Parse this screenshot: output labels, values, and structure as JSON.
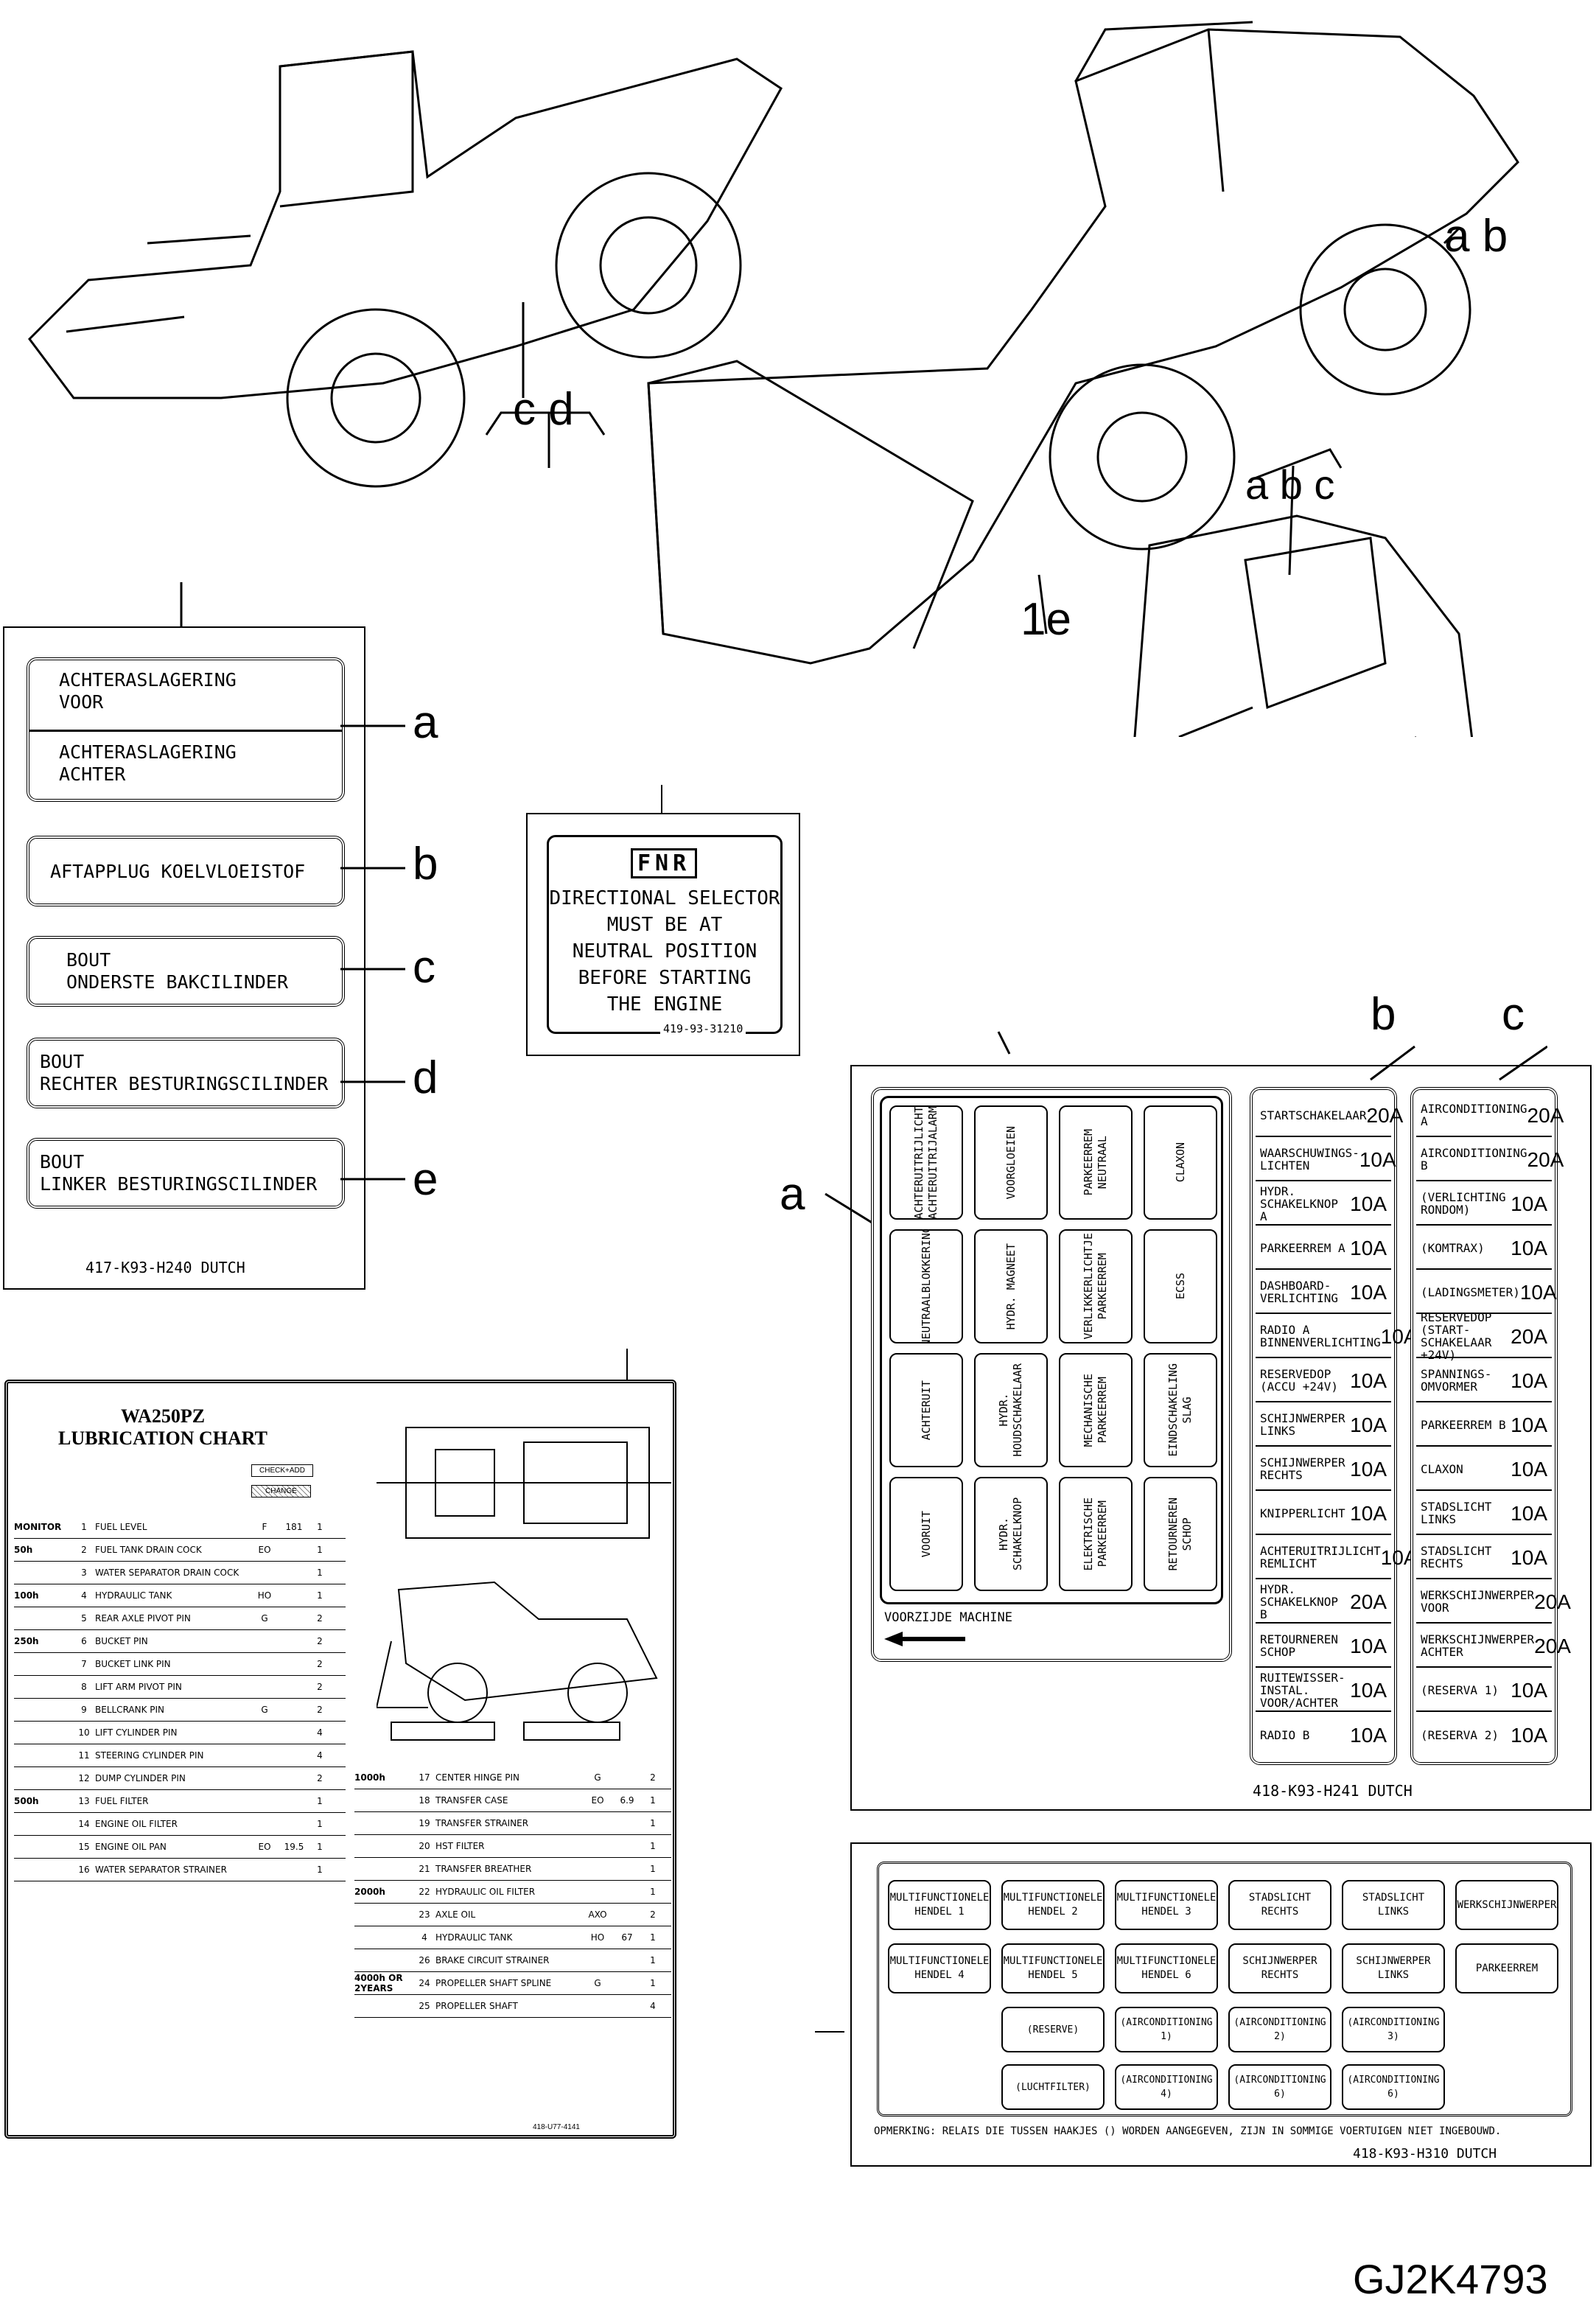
{
  "machine_callouts": {
    "ab": "a b",
    "cd": "c d",
    "e": "1e",
    "cab": "a b c",
    "b": "b",
    "c": "c"
  },
  "label_417": {
    "items": [
      {
        "letter": "a",
        "text": "ACHTERASLAGERING\nVOOR"
      },
      {
        "letter": "",
        "text": "ACHTERASLAGERING\nACHTER"
      },
      {
        "letter": "b",
        "text": "AFTAPPLUG KOELVLOEISTOF"
      },
      {
        "letter": "c",
        "text": "BOUT\nONDERSTE BAKCILINDER"
      },
      {
        "letter": "d",
        "text": "BOUT\nRECHTER BESTURINGSCILINDER"
      },
      {
        "letter": "e",
        "text": "BOUT\nLINKER BESTURINGSCILINDER"
      }
    ],
    "code": "417-K93-H240   DUTCH"
  },
  "fnr_plate": {
    "badge": "FNR",
    "lines": [
      "DIRECTIONAL SELECTOR",
      "MUST BE AT",
      "NEUTRAL POSITION",
      "BEFORE STARTING",
      "THE ENGINE"
    ],
    "code": "419-93-31210"
  },
  "fuse_241": {
    "letter_a": "a",
    "relay_grid": [
      [
        "ACHTERUITRIJLICHT\nACHTERUITRIJALARM",
        "VOORGLOEIEN",
        "PARKEERREM\nNEUTRAAL",
        "CLAXON"
      ],
      [
        "NEUTRAALBLOKKERING",
        "HYDR. MAGNEET",
        "VERLIKKERLICHTJE\nPARKEERREM",
        "ECSS"
      ],
      [
        "ACHTERUIT",
        "HYDR.\nHOUDSCHAKELAAR",
        "MECHANISCHE\nPARKEERREM",
        "EINDSCHAKELING\nSLAG"
      ],
      [
        "VOORUIT",
        "HYDR. SCHAKELKNOP",
        "ELEKTRISCHE\nPARKEERREM",
        "RETOURNEREN\nSCHOP"
      ]
    ],
    "front_note": "VOORZIJDE MACHINE",
    "col_b": [
      [
        "STARTSCHAKELAAR",
        "20A"
      ],
      [
        "WAARSCHUWINGS-\nLICHTEN",
        "10A"
      ],
      [
        "HYDR.\nSCHAKELKNOP A",
        "10A"
      ],
      [
        "PARKEERREM A",
        "10A"
      ],
      [
        "DASHBOARD-\nVERLICHTING",
        "10A"
      ],
      [
        "RADIO A\nBINNENVERLICHTING",
        "10A"
      ],
      [
        "RESERVEDOP\n(ACCU +24V)",
        "10A"
      ],
      [
        "SCHIJNWERPER\nLINKS",
        "10A"
      ],
      [
        "SCHIJNWERPER\nRECHTS",
        "10A"
      ],
      [
        "KNIPPERLICHT",
        "10A"
      ],
      [
        "ACHTERUITRIJLICHT\nREMLICHT",
        "10A"
      ],
      [
        "HYDR.\nSCHAKELKNOP B",
        "20A"
      ],
      [
        "RETOURNEREN\nSCHOP",
        "10A"
      ],
      [
        "RUITEWISSER-\nINSTAL.\nVOOR/ACHTER",
        "10A"
      ],
      [
        "RADIO B",
        "10A"
      ]
    ],
    "col_c": [
      [
        "AIRCONDITIONING A",
        "20A"
      ],
      [
        "AIRCONDITIONING B",
        "20A"
      ],
      [
        "(VERLICHTING\n RONDOM)",
        "10A"
      ],
      [
        "(KOMTRAX)",
        "10A"
      ],
      [
        "(LADINGSMETER)",
        "10A"
      ],
      [
        "RESERVEDOP\n(START-\nSCHAKELAAR +24V)",
        "20A"
      ],
      [
        "SPANNINGS-\nOMVORMER",
        "10A"
      ],
      [
        "PARKEERREM B",
        "10A"
      ],
      [
        "CLAXON",
        "10A"
      ],
      [
        "STADSLICHT\nLINKS",
        "10A"
      ],
      [
        "STADSLICHT\nRECHTS",
        "10A"
      ],
      [
        "WERKSCHIJNWERPER\nVOOR",
        "20A"
      ],
      [
        "WERKSCHIJNWERPER\nACHTER",
        "20A"
      ],
      [
        "(RESERVA 1)",
        "10A"
      ],
      [
        "(RESERVA 2)",
        "10A"
      ]
    ],
    "code": "418-K93-H241      DUTCH"
  },
  "relay_310": {
    "row1": [
      "MULTIFUNCTIONELE\nHENDEL 1",
      "MULTIFUNCTIONELE\nHENDEL 2",
      "MULTIFUNCTIONELE\nHENDEL 3",
      "STADSLICHT\nRECHTS",
      "STADSLICHT\nLINKS",
      "WERKSCHIJNWERPER"
    ],
    "row2": [
      "MULTIFUNCTIONELE\nHENDEL 4",
      "MULTIFUNCTIONELE\nHENDEL 5",
      "MULTIFUNCTIONELE\nHENDEL 6",
      "SCHIJNWERPER\nRECHTS",
      "SCHIJNWERPER\nLINKS",
      "PARKEERREM"
    ],
    "row3": [
      "(RESERVE)",
      "(AIRCONDITIONING 1)",
      "(AIRCONDITIONING 2)",
      "(AIRCONDITIONING 3)"
    ],
    "row4": [
      "(LUCHTFILTER)",
      "(AIRCONDITIONING 4)",
      "(AIRCONDITIONING 6)",
      "(AIRCONDITIONING 6)"
    ],
    "note": "OPMERKING: RELAIS DIE TUSSEN HAAKJES () WORDEN AANGEGEVEN, ZIJN IN SOMMIGE VOERTUIGEN NIET INGEBOUWD.",
    "code": "418-K93-H310        DUTCH"
  },
  "lube_chart": {
    "title": "WA250PZ\nLUBRICATION CHART",
    "check_add": "CHECK+ADD",
    "change": "CHANGE",
    "left_rows": [
      {
        "group": "MONITOR",
        "no": "1",
        "item": "FUEL LEVEL",
        "lub": "F",
        "qty": "181",
        "pts": "1"
      },
      {
        "group": "50h",
        "no": "2",
        "item": "FUEL TANK DRAIN COCK",
        "lub": "EO",
        "qty": "",
        "pts": "1"
      },
      {
        "group": "",
        "no": "3",
        "item": "WATER SEPARATOR DRAIN COCK",
        "lub": "",
        "qty": "",
        "pts": "1"
      },
      {
        "group": "100h",
        "no": "4",
        "item": "HYDRAULIC TANK",
        "lub": "HO",
        "qty": "",
        "pts": "1"
      },
      {
        "group": "",
        "no": "5",
        "item": "REAR AXLE PIVOT PIN",
        "lub": "G",
        "qty": "",
        "pts": "2"
      },
      {
        "group": "250h",
        "no": "6",
        "item": "BUCKET PIN",
        "lub": "",
        "qty": "",
        "pts": "2"
      },
      {
        "group": "",
        "no": "7",
        "item": "BUCKET LINK PIN",
        "lub": "",
        "qty": "",
        "pts": "2"
      },
      {
        "group": "",
        "no": "8",
        "item": "LIFT ARM PIVOT PIN",
        "lub": "",
        "qty": "",
        "pts": "2"
      },
      {
        "group": "",
        "no": "9",
        "item": "BELLCRANK PIN",
        "lub": "G",
        "qty": "",
        "pts": "2"
      },
      {
        "group": "",
        "no": "10",
        "item": "LIFT CYLINDER PIN",
        "lub": "",
        "qty": "",
        "pts": "4"
      },
      {
        "group": "",
        "no": "11",
        "item": "STEERING CYLINDER PIN",
        "lub": "",
        "qty": "",
        "pts": "4"
      },
      {
        "group": "",
        "no": "12",
        "item": "DUMP CYLINDER PIN",
        "lub": "",
        "qty": "",
        "pts": "2"
      },
      {
        "group": "500h",
        "no": "13",
        "item": "FUEL FILTER",
        "lub": "",
        "qty": "",
        "pts": "1"
      },
      {
        "group": "",
        "no": "14",
        "item": "ENGINE OIL FILTER",
        "lub": "",
        "qty": "",
        "pts": "1"
      },
      {
        "group": "",
        "no": "15",
        "item": "ENGINE OIL PAN",
        "lub": "EO",
        "qty": "19.5",
        "pts": "1"
      },
      {
        "group": "",
        "no": "16",
        "item": "WATER SEPARATOR STRAINER",
        "lub": "",
        "qty": "",
        "pts": "1"
      }
    ],
    "right_rows": [
      {
        "group": "1000h",
        "no": "17",
        "item": "CENTER HINGE PIN",
        "lub": "G",
        "qty": "",
        "pts": "2"
      },
      {
        "group": "",
        "no": "18",
        "item": "TRANSFER CASE",
        "lub": "EO",
        "qty": "6.9",
        "pts": "1"
      },
      {
        "group": "",
        "no": "19",
        "item": "TRANSFER STRAINER",
        "lub": "",
        "qty": "",
        "pts": "1"
      },
      {
        "group": "",
        "no": "20",
        "item": "HST FILTER",
        "lub": "",
        "qty": "",
        "pts": "1"
      },
      {
        "group": "",
        "no": "21",
        "item": "TRANSFER BREATHER",
        "lub": "",
        "qty": "",
        "pts": "1"
      },
      {
        "group": "2000h",
        "no": "22",
        "item": "HYDRAULIC OIL FILTER",
        "lub": "",
        "qty": "",
        "pts": "1"
      },
      {
        "group": "",
        "no": "23",
        "item": "AXLE OIL",
        "lub": "AXO",
        "qty": "",
        "pts": "2"
      },
      {
        "group": "",
        "no": "4",
        "item": "HYDRAULIC TANK",
        "lub": "HO",
        "qty": "67",
        "pts": "1"
      },
      {
        "group": "",
        "no": "26",
        "item": "BRAKE CIRCUIT STRAINER",
        "lub": "",
        "qty": "",
        "pts": "1"
      },
      {
        "group": "4000h OR 2YEARS",
        "no": "24",
        "item": "PROPELLER SHAFT SPLINE",
        "lub": "G",
        "qty": "",
        "pts": "1"
      },
      {
        "group": "",
        "no": "25",
        "item": "PROPELLER SHAFT",
        "lub": "",
        "qty": "",
        "pts": "4"
      }
    ],
    "code": "418-U77-4141"
  },
  "figure_id": "GJ2K4793"
}
